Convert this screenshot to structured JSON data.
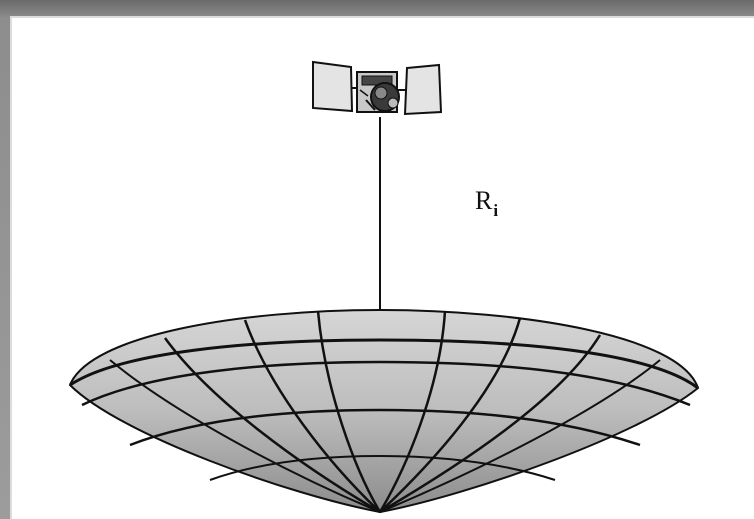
{
  "diagram": {
    "label_main": "R",
    "label_sub": "i",
    "elements": [
      "satellite-icon",
      "radius-line",
      "earth-surface-dish"
    ]
  }
}
